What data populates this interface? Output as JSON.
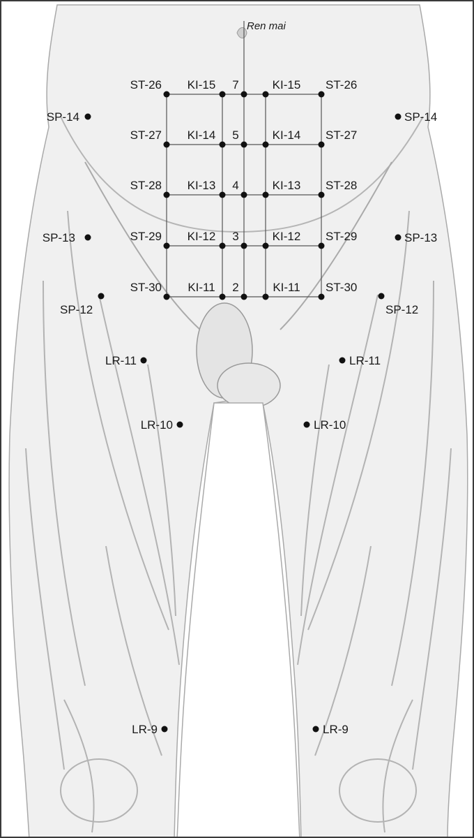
{
  "figure": {
    "channel_label": "Ren mai",
    "colors": {
      "skin": "#f0f0f0",
      "shade": "#d7d7d7",
      "contour": "#a9a9a9",
      "grid": "#555555",
      "point": "#111111"
    },
    "grid_rows": [
      {
        "ren": "7",
        "kidney": "KI-15",
        "stomach": "ST-26"
      },
      {
        "ren": "5",
        "kidney": "KI-14",
        "stomach": "ST-27"
      },
      {
        "ren": "4",
        "kidney": "KI-13",
        "stomach": "ST-28"
      },
      {
        "ren": "3",
        "kidney": "KI-12",
        "stomach": "ST-29"
      },
      {
        "ren": "2",
        "kidney": "KI-11",
        "stomach": "ST-30"
      }
    ],
    "side_points": {
      "sp14": "SP-14",
      "sp13": "SP-13",
      "sp12": "SP-12",
      "lr11": "LR-11",
      "lr10": "LR-10",
      "lr9": "LR-9"
    }
  }
}
